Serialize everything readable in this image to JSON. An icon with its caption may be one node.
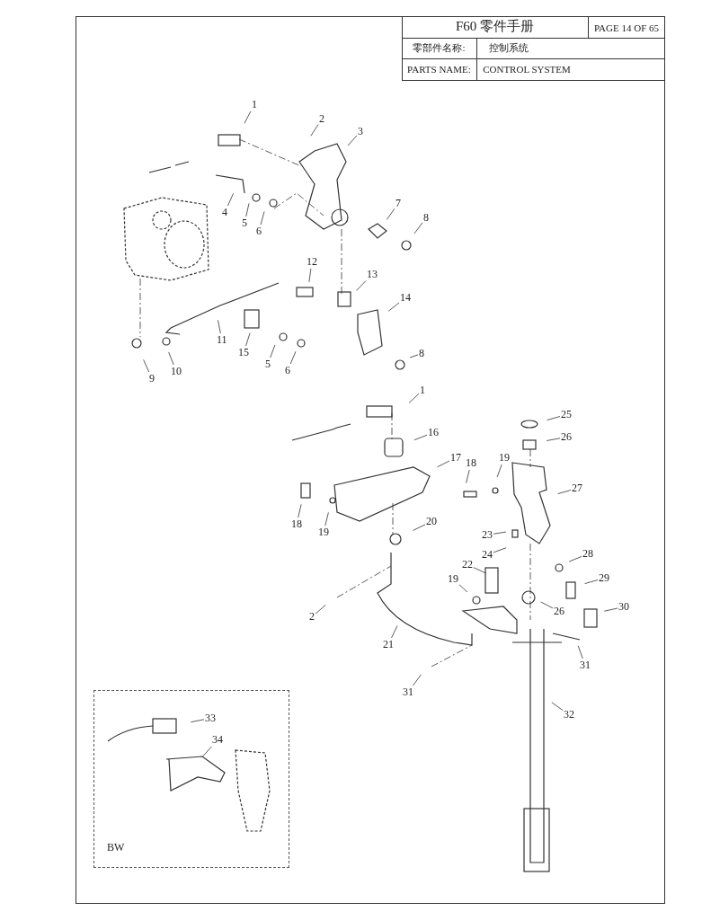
{
  "diagram": {
    "title": "F60 零件手册",
    "nodes": [
      {
        "text": [
          "1"
        ]
      },
      {
        "text": [
          "2"
        ]
      },
      {
        "text": [
          "3"
        ]
      },
      {
        "text": [
          "4"
        ]
      },
      {
        "text": [
          "5"
        ]
      },
      {
        "text": [
          "6"
        ]
      },
      {
        "text": [
          "7"
        ]
      },
      {
        "text": [
          "8"
        ]
      },
      {
        "text": [
          "12"
        ]
      },
      {
        "text": [
          "13"
        ]
      },
      {
        "text": [
          "14"
        ]
      },
      {
        "text": [
          "11"
        ]
      },
      {
        "text": [
          "15"
        ]
      },
      {
        "text": [
          "5"
        ]
      },
      {
        "text": [
          "6"
        ]
      },
      {
        "text": [
          "8"
        ]
      },
      {
        "text": [
          "9"
        ]
      },
      {
        "text": [
          "10"
        ]
      },
      {
        "text": [
          "1"
        ]
      },
      {
        "text": [
          "25"
        ]
      },
      {
        "text": [
          "16"
        ]
      },
      {
        "text": [
          "26"
        ]
      },
      {
        "text": [
          "17"
        ]
      },
      {
        "text": [
          "18"
        ]
      },
      {
        "text": [
          "19"
        ]
      },
      {
        "text": [
          "27"
        ]
      },
      {
        "text": [
          "18"
        ]
      },
      {
        "text": [
          "19"
        ]
      },
      {
        "text": [
          "20"
        ]
      },
      {
        "text": [
          "23"
        ]
      },
      {
        "text": [
          "24"
        ]
      },
      {
        "text": [
          "28"
        ]
      },
      {
        "text": [
          "22"
        ]
      },
      {
        "text": [
          "29"
        ]
      },
      {
        "text": [
          "19"
        ]
      },
      {
        "text": [
          "2"
        ]
      },
      {
        "text": [
          "26"
        ]
      },
      {
        "text": [
          "30"
        ]
      },
      {
        "text": [
          "21"
        ]
      },
      {
        "text": [
          "31"
        ]
      },
      {
        "text": [
          "31"
        ]
      },
      {
        "text": [
          "32"
        ]
      },
      {
        "text": [
          "BW"
        ]
      },
      {
        "text": [
          "33"
        ],
        "in": 42
      },
      {
        "text": [
          "34"
        ],
        "in": 42
      }
    ],
    "edges": [
      {
        "from": 0,
        "to": null,
        "arrow": "none"
      },
      {
        "from": 1,
        "to": null,
        "arrow": "none"
      },
      {
        "from": 2,
        "to": null,
        "arrow": "none"
      },
      {
        "from": 3,
        "to": null,
        "arrow": "none"
      },
      {
        "from": 4,
        "to": null,
        "arrow": "none"
      },
      {
        "from": 5,
        "to": null,
        "arrow": "none"
      },
      {
        "from": 6,
        "to": null,
        "arrow": "none"
      },
      {
        "from": 7,
        "to": null,
        "arrow": "none"
      },
      {
        "from": 8,
        "to": null,
        "arrow": "none"
      },
      {
        "from": 9,
        "to": null,
        "arrow": "none"
      },
      {
        "from": 10,
        "to": null,
        "arrow": "none"
      },
      {
        "from": 11,
        "to": null,
        "arrow": "none"
      },
      {
        "from": 12,
        "to": null,
        "arrow": "none"
      },
      {
        "from": 13,
        "to": null,
        "arrow": "none"
      },
      {
        "from": 14,
        "to": null,
        "arrow": "none"
      },
      {
        "from": 15,
        "to": null,
        "arrow": "none"
      },
      {
        "from": 16,
        "to": null,
        "arrow": "none"
      },
      {
        "from": 17,
        "to": null,
        "arrow": "none"
      },
      {
        "from": 18,
        "to": null,
        "arrow": "none"
      },
      {
        "from": 19,
        "to": null,
        "arrow": "none"
      },
      {
        "from": 20,
        "to": null,
        "arrow": "none"
      },
      {
        "from": 21,
        "to": null,
        "arrow": "none"
      },
      {
        "from": 22,
        "to": null,
        "arrow": "none"
      },
      {
        "from": 23,
        "to": null,
        "arrow": "none"
      },
      {
        "from": 24,
        "to": null,
        "arrow": "none"
      },
      {
        "from": 25,
        "to": null,
        "arrow": "none"
      },
      {
        "from": 26,
        "to": null,
        "arrow": "none"
      },
      {
        "from": 27,
        "to": null,
        "arrow": "none"
      },
      {
        "from": 28,
        "to": null,
        "arrow": "none"
      },
      {
        "from": 29,
        "to": null,
        "arrow": "none"
      },
      {
        "from": 30,
        "to": null,
        "arrow": "none"
      },
      {
        "from": 31,
        "to": null,
        "arrow": "none"
      },
      {
        "from": 32,
        "to": null,
        "arrow": "none"
      },
      {
        "from": 33,
        "to": null,
        "arrow": "none"
      },
      {
        "from": 34,
        "to": null,
        "arrow": "none"
      },
      {
        "from": 35,
        "to": null,
        "arrow": "none"
      },
      {
        "from": 36,
        "to": null,
        "arrow": "none"
      },
      {
        "from": 37,
        "to": null,
        "arrow": "none"
      },
      {
        "from": 38,
        "to": null,
        "arrow": "none"
      },
      {
        "from": 39,
        "to": null,
        "arrow": "none"
      },
      {
        "from": 40,
        "to": null,
        "arrow": "none"
      },
      {
        "from": 41,
        "to": null,
        "arrow": "none"
      },
      {
        "from": 43,
        "to": null,
        "arrow": "none"
      },
      {
        "from": 44,
        "to": null,
        "arrow": "none"
      }
    ],
    "labels": [
      "PAGE 14 OF 65",
      "零部件名称:",
      "控制系统",
      "PARTS NAME:",
      "CONTROL SYSTEM"
    ]
  }
}
